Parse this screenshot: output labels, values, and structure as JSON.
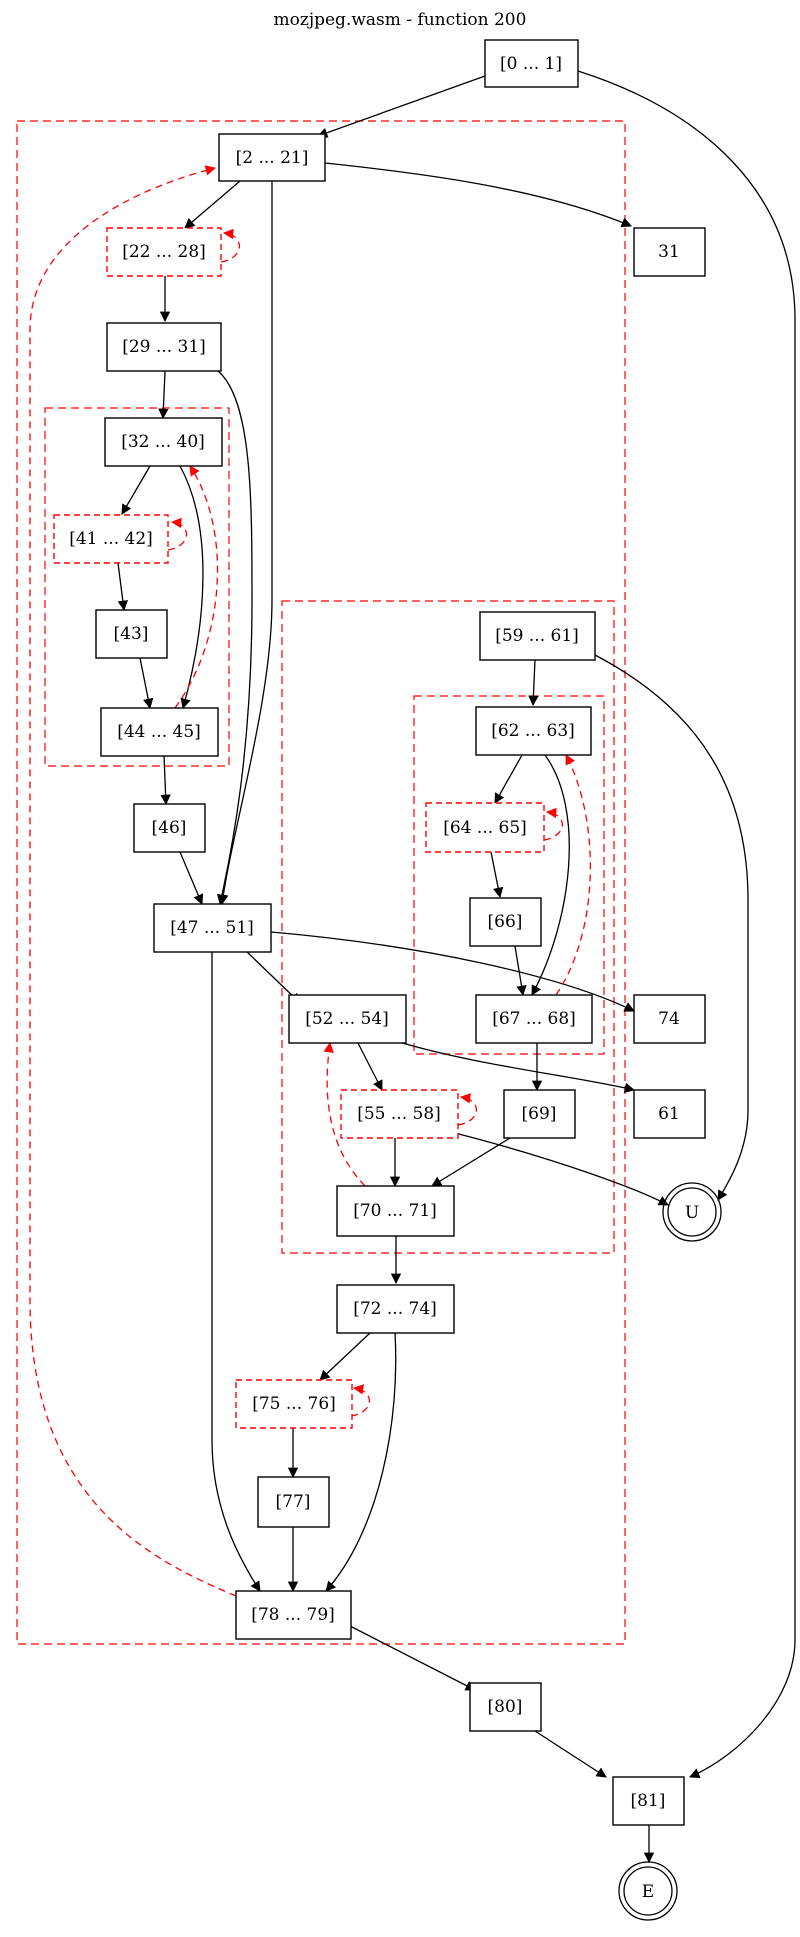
{
  "title": "mozjpeg.wasm - function 200",
  "nodes": {
    "n0_1": "[0 ... 1]",
    "n2_21": "[2 ... 21]",
    "n22_28": "[22 ... 28]",
    "n31": "31",
    "n29_31": "[29 ... 31]",
    "n32_40": "[32 ... 40]",
    "n41_42": "[41 ... 42]",
    "n43": "[43]",
    "n44_45": "[44 ... 45]",
    "n46": "[46]",
    "n47_51": "[47 ... 51]",
    "n59_61": "[59 ... 61]",
    "n62_63": "[62 ... 63]",
    "n64_65": "[64 ... 65]",
    "n66": "[66]",
    "n67_68": "[67 ... 68]",
    "n74": "74",
    "n52_54": "[52 ... 54]",
    "n55_58": "[55 ... 58]",
    "n69": "[69]",
    "n61": "61",
    "n70_71": "[70 ... 71]",
    "n72_74": "[72 ... 74]",
    "n75_76": "[75 ... 76]",
    "n77": "[77]",
    "n78_79": "[78 ... 79]",
    "n80": "[80]",
    "n81": "[81]"
  },
  "terminals": {
    "unreachable": "U",
    "exit": "E"
  },
  "colors": {
    "loop": "#ff0000",
    "edge": "#000000",
    "background": "#ffffff"
  }
}
